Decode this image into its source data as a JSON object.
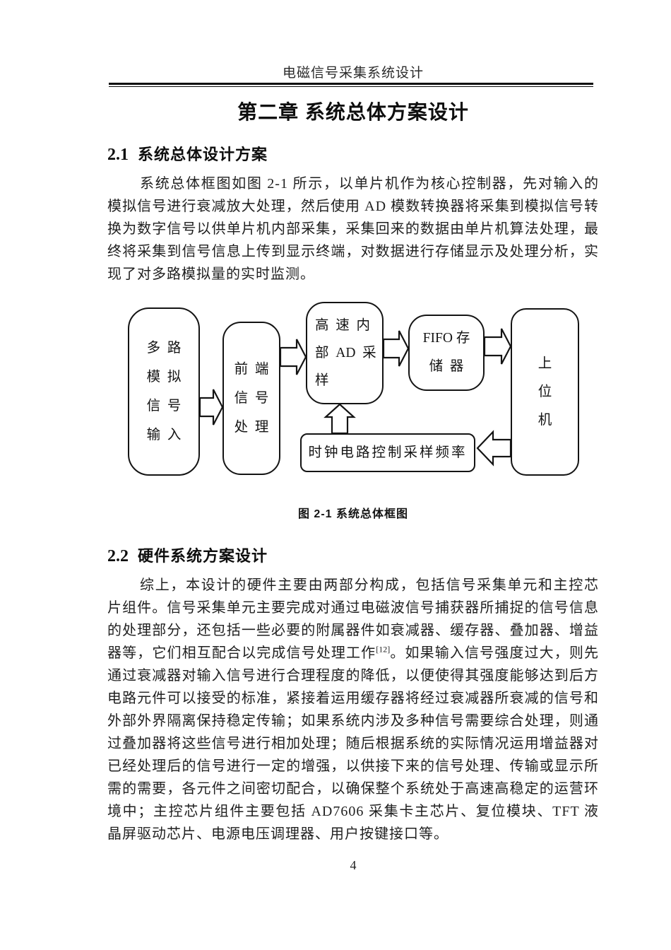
{
  "page": {
    "running_header": "电磁信号采集系统设计",
    "page_number": "4"
  },
  "chapter": {
    "title": "第二章 系统总体方案设计"
  },
  "section_2_1": {
    "number": "2.1",
    "title": "系统总体设计方案",
    "paragraph": "系统总体框图如图 2-1 所示，以单片机作为核心控制器，先对输入的模拟信号进行衰减放大处理，然后使用 AD 模数转换器将采集到模拟信号转换为数字信号以供单片机内部采集，采集回来的数据由单片机算法处理，最终将采集到信号信息上传到显示终端，对数据进行存储显示及处理分析，实现了对多路模拟量的实时监测。"
  },
  "figure": {
    "caption": "图 2-1 系统总体框图",
    "blocks": {
      "multichannel_input": "多 路\n模 拟\n信 号\n输 入",
      "frontend_processing": "前 端\n信 号\n处 理",
      "ad_sampling": "高 速 内\n部 AD 采\n样",
      "fifo_memory": "FIFO 存\n储 器",
      "host_computer": "上\n位\n机",
      "clock_circuit": "时钟电路控制采样频率"
    }
  },
  "section_2_2": {
    "number": "2.2",
    "title": "硬件系统方案设计",
    "paragraph_part1": "综上，本设计的硬件主要由两部分构成，包括信号采集单元和主控芯片组件。信号采集单元主要完成对通过电磁波信号捕获器所捕捉的信号信息的处理部分，还包括一些必要的附属器件如衰减器、缓存器、叠加器、增益器等，它们相互配合以完成信号处理工作",
    "citation": "[12]",
    "paragraph_part2": "。如果输入信号强度过大，则先通过衰减器对输入信号进行合理程度的降低，以便使得其强度能够达到后方电路元件可以接受的标准，紧接着运用缓存器将经过衰减器所衰减的信号和外部外界隔离保持稳定传输；如果系统内涉及多种信号需要综合处理，则通过叠加器将这些信号进行相加处理；随后根据系统的实际情况运用增益器对已经处理后的信号进行一定的增强，以供接下来的信号处理、传输或显示所需的需要，各元件之间密切配合，以确保整个系统处于高速高稳定的运营环境中；主控芯片组件主要包括 AD7606 采集卡主芯片、复位模块、TFT 液晶屏驱动芯片、电源电压调理器、用户按键接口等。"
  }
}
